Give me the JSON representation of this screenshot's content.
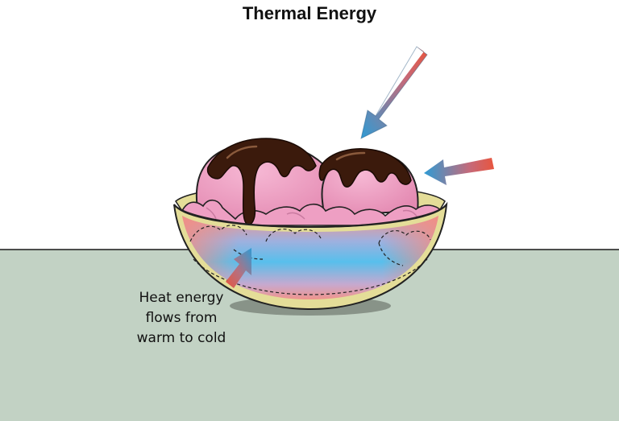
{
  "diagram": {
    "title": "Thermal Energy",
    "caption_lines": [
      "Heat energy",
      "flows from",
      "warm to cold"
    ],
    "subject": "ice-cream-bowl",
    "colors": {
      "background": "#ffffff",
      "table": "#c2d2c4",
      "bowl_rim": "#e4dd98",
      "bowl_warm": "#f0948c",
      "bowl_cold": "#58bfec",
      "ice_cream": "#ec9ec2",
      "chocolate": "#3b1a0c",
      "arrow_warm": "#e8553e",
      "arrow_cold": "#2f9bd4"
    },
    "arrows": [
      {
        "name": "heat-arrow-top",
        "direction": "down-left"
      },
      {
        "name": "heat-arrow-right",
        "direction": "left"
      },
      {
        "name": "heat-arrow-bowl",
        "direction": "up-right"
      }
    ]
  }
}
